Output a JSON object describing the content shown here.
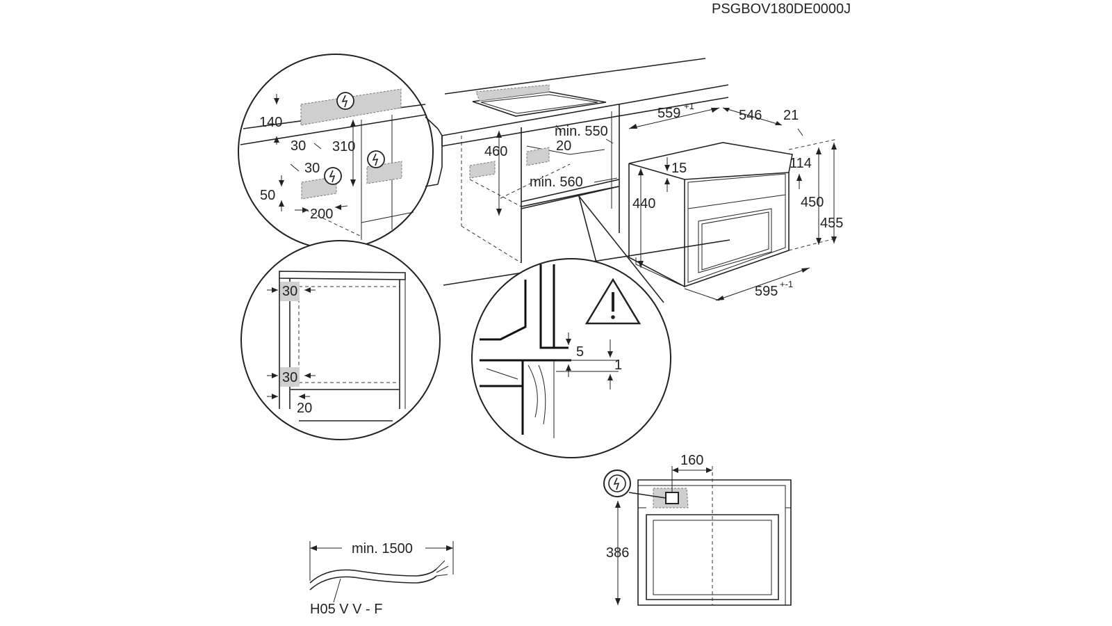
{
  "document_code": "PSGBOV180DE0000J",
  "dimensions": {
    "top_width": "559",
    "top_width_tol": "+1",
    "depth": "546",
    "front_panel": "21",
    "top_gap": "15",
    "body_height": "440",
    "panel_top": "114",
    "height_450": "450",
    "height_455": "455",
    "front_width": "595",
    "front_width_tol": "+-1",
    "niche_min_width": "min. 550",
    "niche_min_depth": "min. 560",
    "niche_height": "460",
    "niche_back_gap": "20",
    "socket_top_offset": "140",
    "socket_side_30": "30",
    "socket_height_310": "310",
    "socket_side_30b": "30",
    "socket_bottom_50": "50",
    "socket_width_200": "200",
    "side_gap_top": "30",
    "side_gap_bottom": "30",
    "bottom_gap": "20",
    "gap_5": "5",
    "gap_1": "1",
    "socket_offset_160": "160",
    "socket_height_386": "386",
    "cable_length": "min. 1500",
    "cable_type": "H05 V V - F"
  },
  "icons": [
    "electrical-connection-icon",
    "warning-triangle-icon"
  ]
}
